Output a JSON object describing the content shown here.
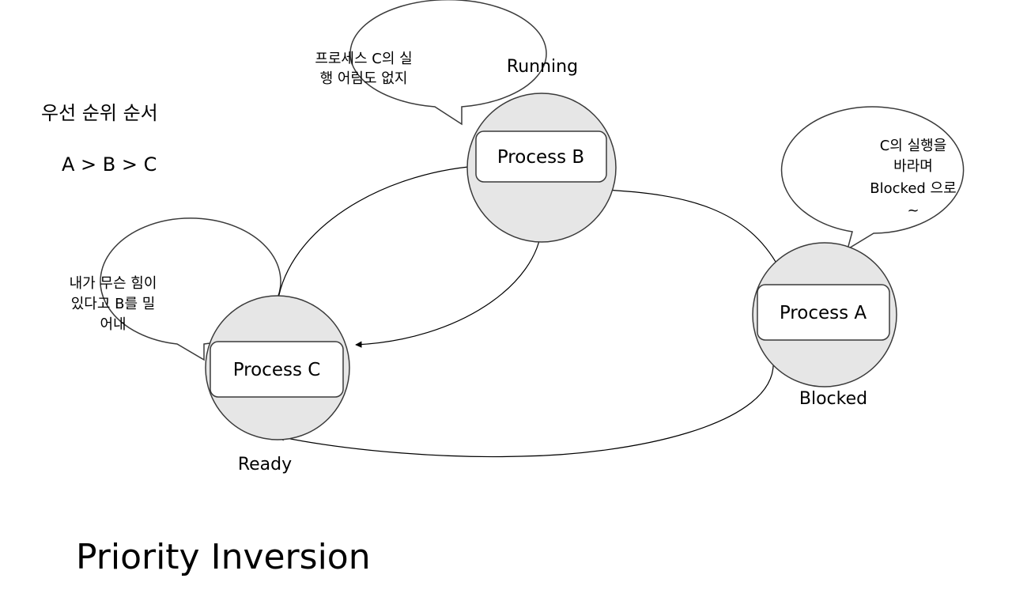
{
  "legend": {
    "heading": "우선 순위 순서",
    "order": "A > B > C"
  },
  "processes": {
    "b": {
      "label": "Process B",
      "state": "Running"
    },
    "a": {
      "label": "Process A",
      "state": "Blocked"
    },
    "c": {
      "label": "Process C",
      "state": "Ready"
    }
  },
  "bubbles": {
    "b": [
      "프로세스 C의 실",
      "행 어림도 없지"
    ],
    "a": [
      "C의  실행을",
      "바라며",
      "Blocked 으로",
      "~"
    ],
    "c": [
      "내가 무슨 힘이",
      "있다고 B를 밀",
      "어내"
    ]
  },
  "title": "Priority Inversion",
  "colors": {
    "node_fill": "#e6e6e6",
    "stroke": "#3a3a3a",
    "box_fill": "#ffffff",
    "text": "#000000"
  }
}
